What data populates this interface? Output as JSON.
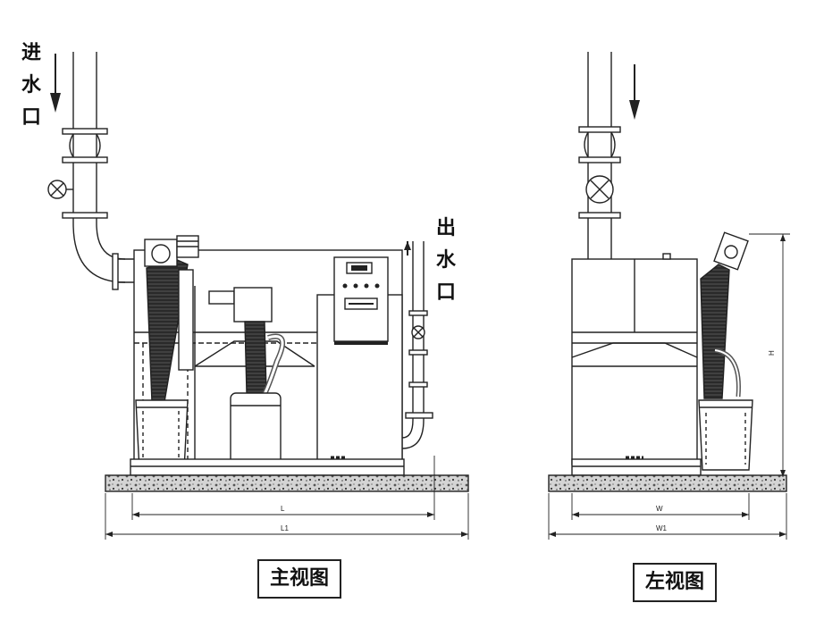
{
  "main_view": {
    "inlet_label": [
      "进",
      "水",
      "口"
    ],
    "outlet_label": [
      "出",
      "水",
      "口"
    ],
    "dim_L": "L",
    "dim_L1": "L1",
    "caption": "主视图"
  },
  "left_view": {
    "dim_W": "W",
    "dim_W1": "W1",
    "dim_H": "H",
    "caption": "左视图"
  },
  "colors": {
    "line": "#222222",
    "pipe_fill": "#ffffff",
    "hose": "#3a3a3a",
    "ground": "#c8c8c8"
  }
}
